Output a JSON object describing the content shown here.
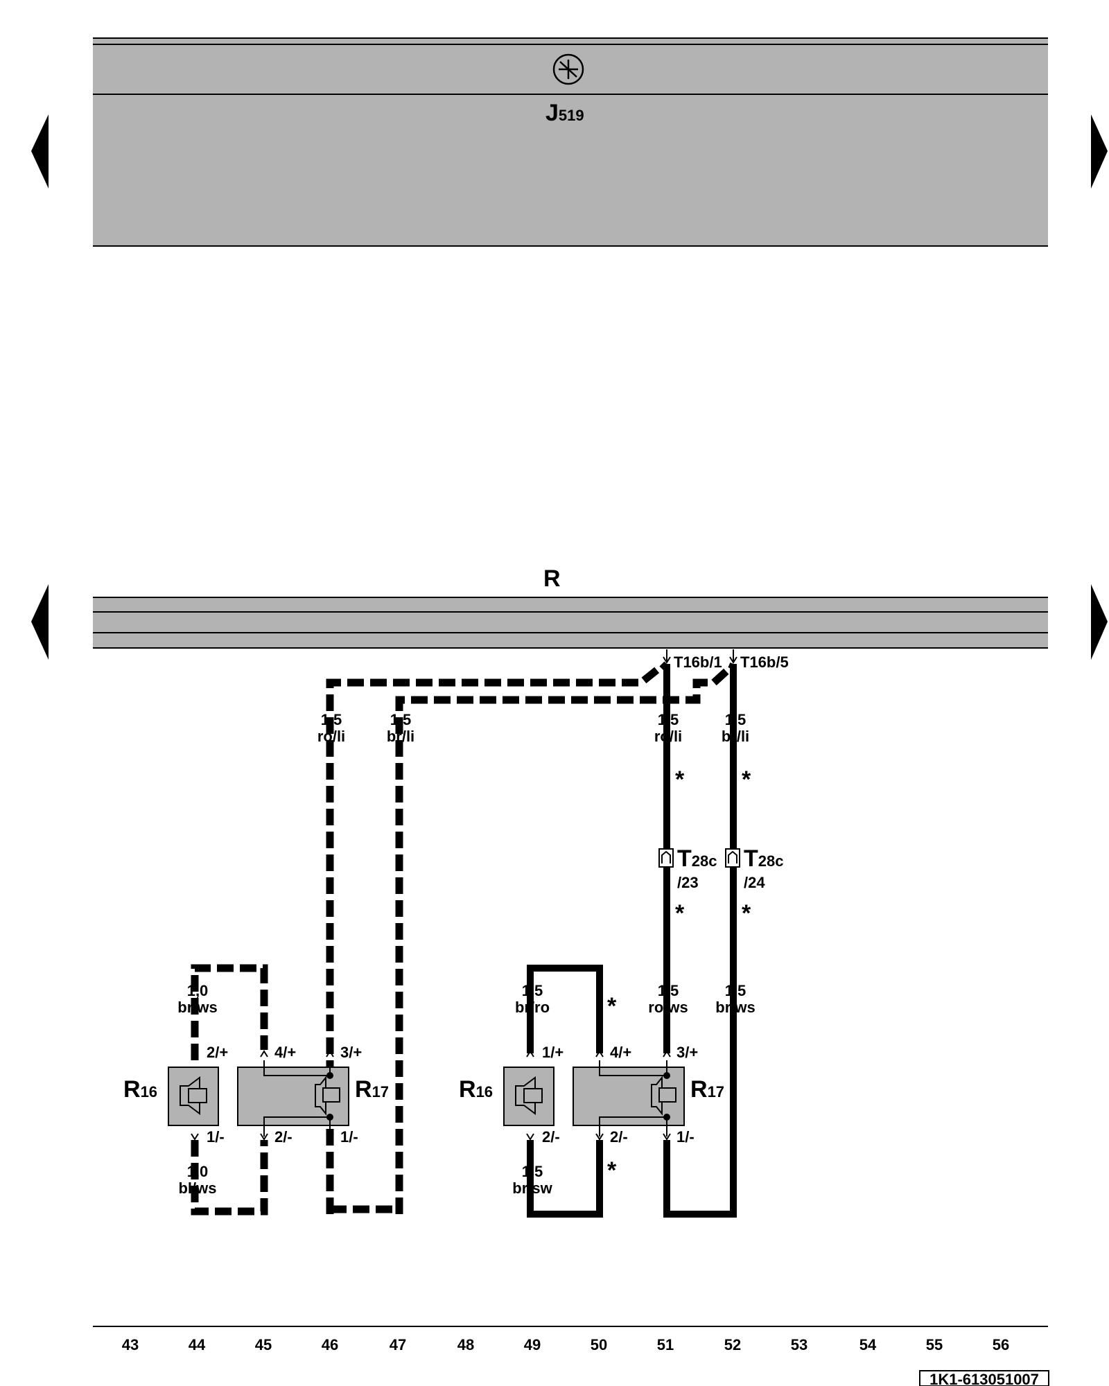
{
  "components": {
    "j519": {
      "letter": "J",
      "sub": "519"
    },
    "r_bus": {
      "letter": "R"
    },
    "r16": {
      "letter": "R",
      "sub": "16"
    },
    "r17": {
      "letter": "R",
      "sub": "17"
    }
  },
  "connectors": {
    "t16b_1": "T16b/1",
    "t16b_5": "T16b/5",
    "t28c": {
      "letter": "T",
      "sub": "28c"
    },
    "pin_23": "/23",
    "pin_24": "/24"
  },
  "wires": {
    "g1": "1,5",
    "c1": "ro/li",
    "g2": "1,5",
    "c2": "br/li",
    "g3": "1,5",
    "c3": "ro/li",
    "g4": "1,5",
    "c4": "br/li",
    "g5": "1,0",
    "c5": "br/ws",
    "g6": "1,0",
    "c6": "bl/ws",
    "g7": "1,5",
    "c7": "br/ro",
    "g8": "1,5",
    "c8": "br/sw",
    "g9": "1,5",
    "c9": "ro/ws",
    "g10": "1,5",
    "c10": "br/ws"
  },
  "pins": {
    "p2plus": "2/+",
    "p4plus": "4/+",
    "p3plus": "3/+",
    "p1minus": "1/-",
    "p2minus": "2/-",
    "p1minus_b": "1/-",
    "p1plus_r": "1/+",
    "p4plus_r": "4/+",
    "p3plus_r": "3/+",
    "p2minus_r": "2/-",
    "p2minus_r2": "2/-",
    "p1minus_r": "1/-"
  },
  "star": "*",
  "grid": [
    "43",
    "44",
    "45",
    "46",
    "47",
    "48",
    "49",
    "50",
    "51",
    "52",
    "53",
    "54",
    "55",
    "56"
  ],
  "doc_id": "1K1-613051007"
}
